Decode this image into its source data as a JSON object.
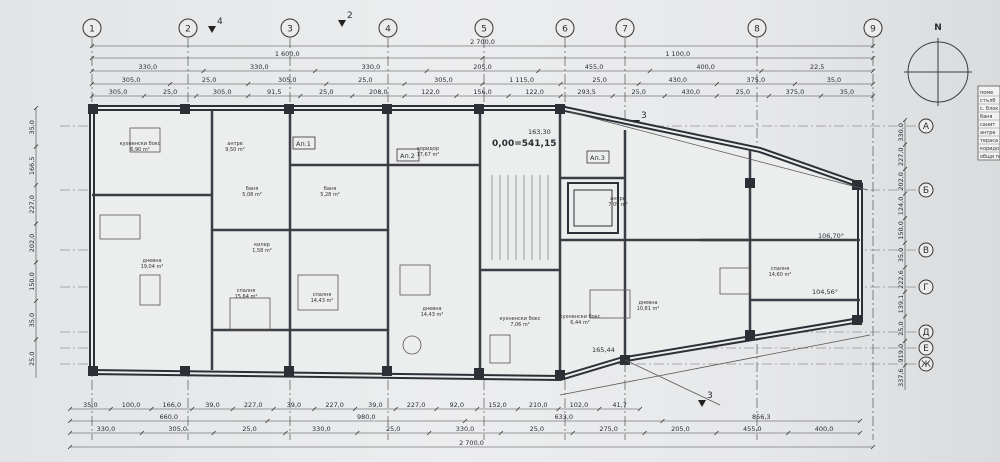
{
  "north": "N",
  "axes_cols": [
    "1",
    "2",
    "3",
    "4",
    "5",
    "6",
    "7",
    "8",
    "9"
  ],
  "axes_rows": [
    "А",
    "Б",
    "В",
    "Г",
    "Д",
    "Е",
    "Ж"
  ],
  "section_marks": [
    "4",
    "2",
    "3",
    "3"
  ],
  "dims": {
    "top1": [
      "2 700,0"
    ],
    "top2": [
      "1 600,0",
      "1 100,0"
    ],
    "top3": [
      "330,0",
      "330,0",
      "330,0",
      "205,0",
      "455,0",
      "400,0",
      "22,5"
    ],
    "top4": [
      "305,0",
      "25,0",
      "305,0",
      "25,0",
      "305,0",
      "1 115,0",
      "25,0",
      "430,0",
      "375,0",
      "35,0"
    ],
    "top5": [
      "305,0",
      "25,0",
      "305,0",
      "91,5",
      "25,0",
      "208,0",
      "122,0",
      "156,0",
      "122,0",
      "293,5",
      "25,0",
      "430,0",
      "25,0",
      "375,0",
      "35,0"
    ],
    "bot1": [
      "35,0",
      "100,0",
      "166,0",
      "39,0",
      "227,0",
      "39,0",
      "227,0",
      "39,0",
      "227,0",
      "92,0",
      "152,0",
      "210,0",
      "102,0",
      "41,7"
    ],
    "bot2": [
      "660,0",
      "980,0",
      "633,0",
      "856,3"
    ],
    "bot3": [
      "330,0",
      "305,0",
      "25,0",
      "330,0",
      "25,0",
      "330,0",
      "25,0",
      "275,0",
      "205,0",
      "455,0",
      "400,0"
    ],
    "bot4": [
      "2 700,0"
    ],
    "left": [
      "35,0",
      "166,5",
      "227,0",
      "202,0",
      "150,0",
      "35,0",
      "25,0"
    ],
    "right": [
      "330,0",
      "227,0",
      "202,0",
      "124,0",
      "150,0",
      "35,0",
      "222,6",
      "139,1",
      "25,0",
      "919,0",
      "337,6"
    ]
  },
  "apartments": [
    "Ап.1",
    "Ап.2",
    "Ап.3"
  ],
  "level": "0,00=541,15",
  "rooms": [
    {
      "name": "кухненски бокс",
      "area": "6,90 m²"
    },
    {
      "name": "антре",
      "area": "9,50 m²"
    },
    {
      "name": "коридор",
      "area": "17,67 m²"
    },
    {
      "name": "баня",
      "area": "5,08 m²"
    },
    {
      "name": "баня",
      "area": "5,28 m²"
    },
    {
      "name": "дневна",
      "area": "19,04 m²"
    },
    {
      "name": "спалня",
      "area": "15,64 m²"
    },
    {
      "name": "спалня",
      "area": "14,43 m²"
    },
    {
      "name": "дневна",
      "area": "14,43 m²"
    },
    {
      "name": "кухненски бокс",
      "area": "7,06 m²"
    },
    {
      "name": "кухненски бокс",
      "area": "6,44 m²"
    },
    {
      "name": "дневна",
      "area": "10,81 m²"
    },
    {
      "name": "спалня",
      "area": "14,60 m²"
    },
    {
      "name": "килер",
      "area": "1,58 m²"
    },
    {
      "name": "антре",
      "area": "7,09 m²"
    }
  ],
  "marks": [
    "106,70°",
    "104,56°",
    "163,30",
    "165,44"
  ],
  "legend": [
    "поме",
    "стълб",
    "с. блок",
    "баня",
    "санит",
    "антре",
    "тераса",
    "коридо",
    "общи по"
  ]
}
